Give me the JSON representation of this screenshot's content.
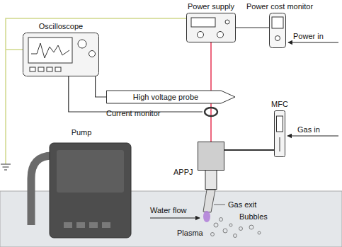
{
  "diagram": {
    "nodes": [
      {
        "text": [
          "Power supply"
        ]
      },
      {
        "text": [
          "Power cost monitor"
        ]
      },
      {
        "text": [
          "Oscilloscope"
        ]
      },
      {
        "text": [
          "High voltage probe"
        ]
      },
      {
        "text": [
          "Current monitor"
        ]
      },
      {
        "text": [
          "MFC"
        ]
      },
      {
        "text": [
          "APPJ"
        ]
      },
      {
        "text": [
          "Pump"
        ]
      }
    ],
    "edges": [
      {
        "from": 0,
        "to": 1,
        "arrow": "none"
      },
      {
        "from": 2,
        "to": 3,
        "arrow": "none"
      },
      {
        "from": 2,
        "to": 4,
        "arrow": "none"
      },
      {
        "from": 0,
        "to": 6,
        "arrow": "none"
      },
      {
        "from": 5,
        "to": 6,
        "arrow": "none"
      }
    ],
    "labels": [
      "Power in",
      "Gas in",
      "Water flow",
      "Gas exit",
      "Bubbles",
      "Plasma"
    ]
  }
}
